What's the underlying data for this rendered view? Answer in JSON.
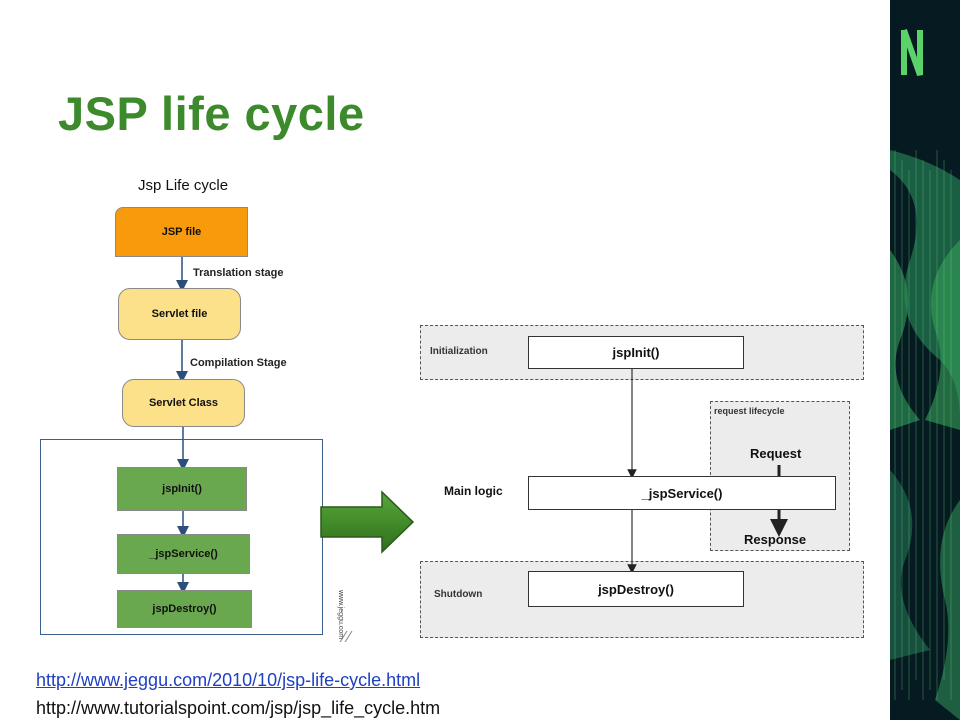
{
  "slide": {
    "title": "JSP life cycle"
  },
  "left_diagram": {
    "title": "Jsp Life cycle",
    "boxes": {
      "jsp_file": "JSP file",
      "servlet_file": "Servlet file",
      "servlet_class": "Servlet Class",
      "jsp_init": "jspInit()",
      "jsp_service": "_jspService()",
      "jsp_destroy": "jspDestroy()"
    },
    "stages": {
      "translation": "Translation stage",
      "compilation": "Compilation Stage"
    },
    "watermark": "www.jeggu.com",
    "colors": {
      "jsp_file": "#f79b0d",
      "servlet": "#fde08a",
      "methods": "#6aa84f"
    }
  },
  "right_diagram": {
    "regions": {
      "initialization": "Initialization",
      "request_lifecycle": "request lifecycle",
      "shutdown": "Shutdown"
    },
    "boxes": {
      "jsp_init": "jspInit()",
      "jsp_service": "_jspService()",
      "jsp_destroy": "jspDestroy()"
    },
    "main_logic": "Main logic",
    "request": "Request",
    "response": "Response"
  },
  "links": {
    "jeggu": "http://www.jeggu.com/2010/10/jsp-life-cycle.html",
    "tutorialspoint": "http://www.tutorialspoint.com/jsp/jsp_life_cycle.htm"
  },
  "colors": {
    "title": "#3c8a2c",
    "arrow": "#3e8a2a",
    "band": "#061a22",
    "link": "#1f3fc4"
  }
}
